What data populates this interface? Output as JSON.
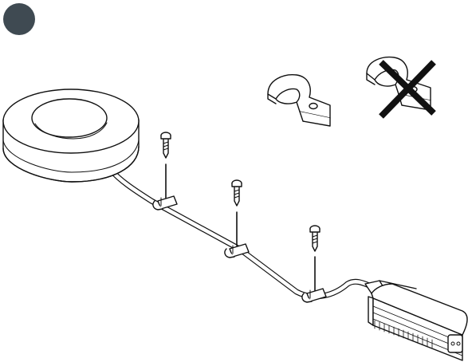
{
  "diagram": {
    "step_badge": {
      "color": "#3f4a52",
      "label": ""
    },
    "stroke_color": "#111111",
    "fill_color": "#ffffff",
    "cross_color": "#111111",
    "components": [
      "puck-light",
      "cable",
      "cable-clip",
      "screw",
      "power-adapter",
      "p-clip-correct",
      "p-clip-wrong"
    ]
  }
}
